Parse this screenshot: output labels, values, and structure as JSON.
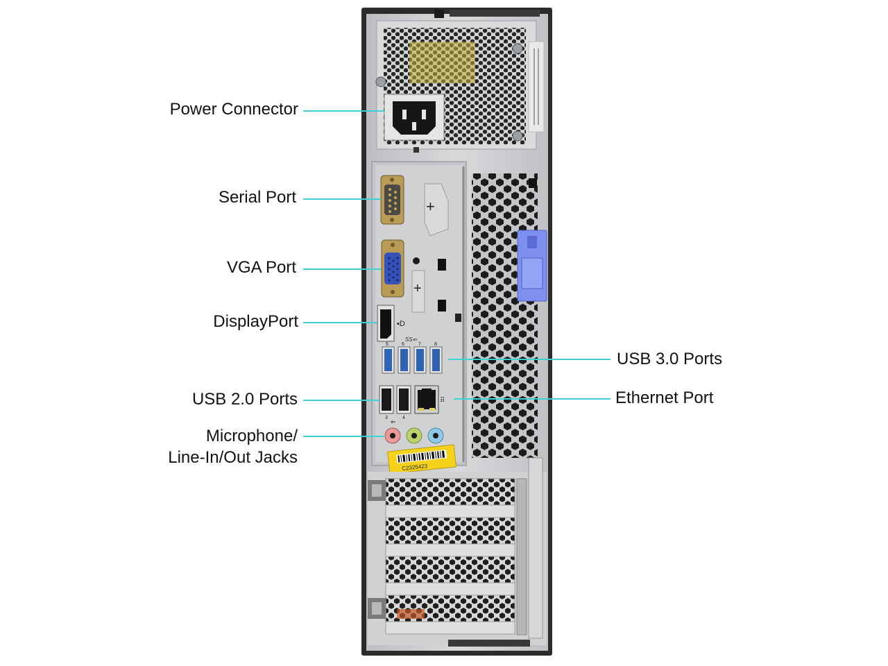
{
  "colors": {
    "leader": "#3fd0d6",
    "chassis_dark": "#2b2b2b",
    "panel_grey": "#c9cbcd",
    "usb3_blue": "#2f63b4",
    "vga_blue": "#3552b8",
    "latch_blue": "#7e8ff0",
    "mic_pink": "#e79a98",
    "line_in_green": "#b9d36a",
    "line_out_blue": "#8ec7e6",
    "sticker_yellow": "#f6d21a"
  },
  "callouts": {
    "power_connector": "Power Connector",
    "serial_port": "Serial Port",
    "vga_port": "VGA Port",
    "displayport": "DisplayPort",
    "usb30_ports": "USB 3.0 Ports",
    "usb20_ports": "USB 2.0 Ports",
    "ethernet_port": "Ethernet Port",
    "audio_line1": "Microphone/",
    "audio_line2": "Line-In/Out Jacks"
  },
  "device": {
    "sticker_code": "C2325423",
    "usb3_numbers": [
      "5",
      "6",
      "7",
      "8"
    ],
    "usb2_numbers": [
      "3",
      "4"
    ]
  }
}
